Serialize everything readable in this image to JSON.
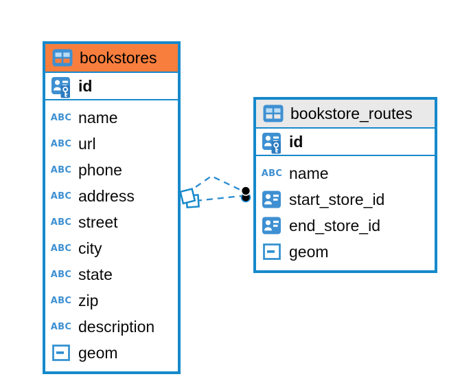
{
  "diagram": {
    "tables": [
      {
        "name": "bookstores",
        "icon": "table-icon",
        "header_color": "#f87e3d",
        "columns": [
          {
            "name": "id",
            "icon": "primary-key",
            "section": "key"
          },
          {
            "name": "name",
            "icon": "text",
            "section": "fields"
          },
          {
            "name": "url",
            "icon": "text",
            "section": "fields"
          },
          {
            "name": "phone",
            "icon": "text",
            "section": "fields"
          },
          {
            "name": "address",
            "icon": "text",
            "section": "fields"
          },
          {
            "name": "street",
            "icon": "text",
            "section": "fields"
          },
          {
            "name": "city",
            "icon": "text",
            "section": "fields"
          },
          {
            "name": "state",
            "icon": "text",
            "section": "fields"
          },
          {
            "name": "zip",
            "icon": "text",
            "section": "fields"
          },
          {
            "name": "description",
            "icon": "text",
            "section": "fields"
          },
          {
            "name": "geom",
            "icon": "geometry",
            "section": "fields"
          }
        ]
      },
      {
        "name": "bookstore_routes",
        "icon": "table-icon",
        "header_color": "#e9e9e9",
        "columns": [
          {
            "name": "id",
            "icon": "primary-key",
            "section": "key"
          },
          {
            "name": "name",
            "icon": "text",
            "section": "fields"
          },
          {
            "name": "start_store_id",
            "icon": "foreign-key",
            "section": "fields"
          },
          {
            "name": "end_store_id",
            "icon": "foreign-key",
            "section": "fields"
          },
          {
            "name": "geom",
            "icon": "geometry",
            "section": "fields"
          }
        ]
      }
    ],
    "relationships": [
      {
        "from_table": "bookstore_routes",
        "to_table": "bookstores",
        "style": "dashed"
      },
      {
        "from_table": "bookstore_routes",
        "to_table": "bookstores",
        "style": "dashed"
      }
    ],
    "colors": {
      "entity_border": "#1689cb",
      "bookstores_header": "#f87e3d",
      "routes_header": "#e9e9e9",
      "icon_blue": "#3e90d2",
      "relationship_line": "#2b8ccf",
      "endpoint_dot": "#000000",
      "background": "#ffffff"
    }
  }
}
